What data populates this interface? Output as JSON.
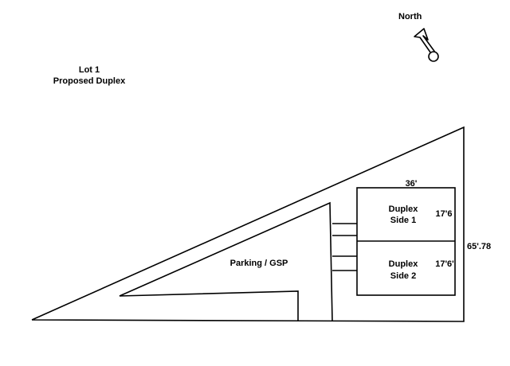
{
  "north_label": "North",
  "lot_title": "Lot 1",
  "lot_subtitle": "Proposed Duplex",
  "parking_label": "Parking / GSP",
  "duplex_side1": {
    "line1": "Duplex",
    "line2": "Side 1",
    "dimension": "17'6"
  },
  "duplex_side2": {
    "line1": "Duplex",
    "line2": "Side 2",
    "dimension": "17'6'"
  },
  "width_dimension": "36'",
  "east_side_dimension": "65'.78",
  "line_color": "#000000",
  "background_color": "#ffffff",
  "icons": {
    "north_arrow": "north-arrow-icon"
  }
}
